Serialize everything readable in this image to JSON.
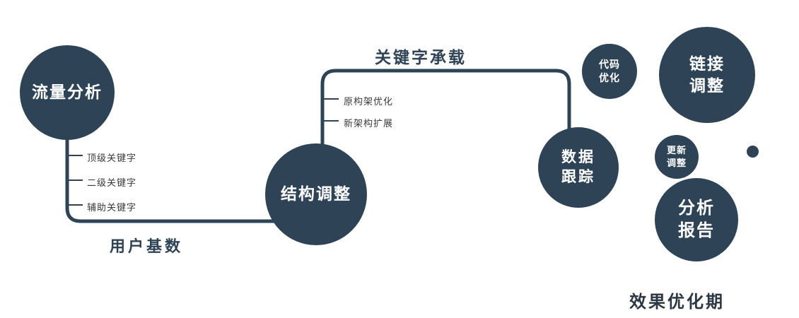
{
  "diagram": {
    "nodes": {
      "traffic": {
        "label": "流量分析"
      },
      "structure": {
        "label": "结构调整"
      },
      "tracking": {
        "line1": "数据",
        "line2": "跟踪"
      },
      "code": {
        "line1": "代码",
        "line2": "优化"
      },
      "link": {
        "line1": "链接",
        "line2": "调整"
      },
      "update": {
        "line1": "更新",
        "line2": "调整"
      },
      "report": {
        "line1": "分析",
        "line2": "报告"
      }
    },
    "edges": {
      "user_base": "用户基数",
      "keyword_carry": "关键字承载"
    },
    "branches": {
      "left": [
        "顶级关键字",
        "二级关键字",
        "辅助关键字"
      ],
      "mid": [
        "原构架优化",
        "新架构扩展"
      ]
    },
    "footer": "效果优化期",
    "colors": {
      "node_fill": "#2e4356",
      "node_text": "#ffffff",
      "line": "#2e4356",
      "branch_text": "#3a3a3a"
    }
  }
}
